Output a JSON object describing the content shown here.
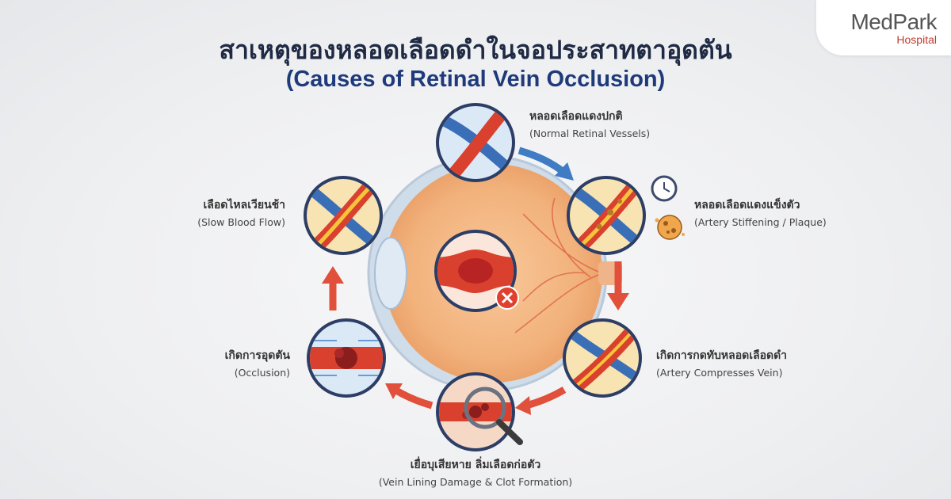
{
  "brand": {
    "name": "MedPark",
    "sub": "Hospital",
    "accent": "#c0392b"
  },
  "title": {
    "thai": "สาเหตุของหลอดเลือดดำในจอประสาทตาอุดตัน",
    "english": "(Causes of Retinal Vein Occlusion)"
  },
  "colors": {
    "artery": "#d9412e",
    "vein": "#3a6fb8",
    "arrow": "#e0503b",
    "arrow_blue": "#3f7cc4",
    "ring": "#2c3e66"
  },
  "stages": [
    {
      "thai": "หลอดเลือดแดงปกติ",
      "english": "(Normal Retinal Vessels)"
    },
    {
      "thai": "หลอดเลือดแดงแข็งตัว",
      "english": "(Artery Stiffening / Plaque)"
    },
    {
      "thai": "เกิดการกดทับหลอดเลือดดำ",
      "english": "(Artery Compresses Vein)"
    },
    {
      "thai": "เยื่อบุเสียหาย ลิ่มเลือดก่อตัว",
      "english": "(Vein Lining Damage & Clot Formation)"
    },
    {
      "thai": "เกิดการอุดตัน",
      "english": "(Occlusion)"
    },
    {
      "thai": "เลือดไหลเวียนช้า",
      "english": "(Slow Blood Flow)"
    }
  ],
  "icons": [
    "clock-icon",
    "plaque-icon",
    "magnifier-icon",
    "blocked-x-icon"
  ]
}
